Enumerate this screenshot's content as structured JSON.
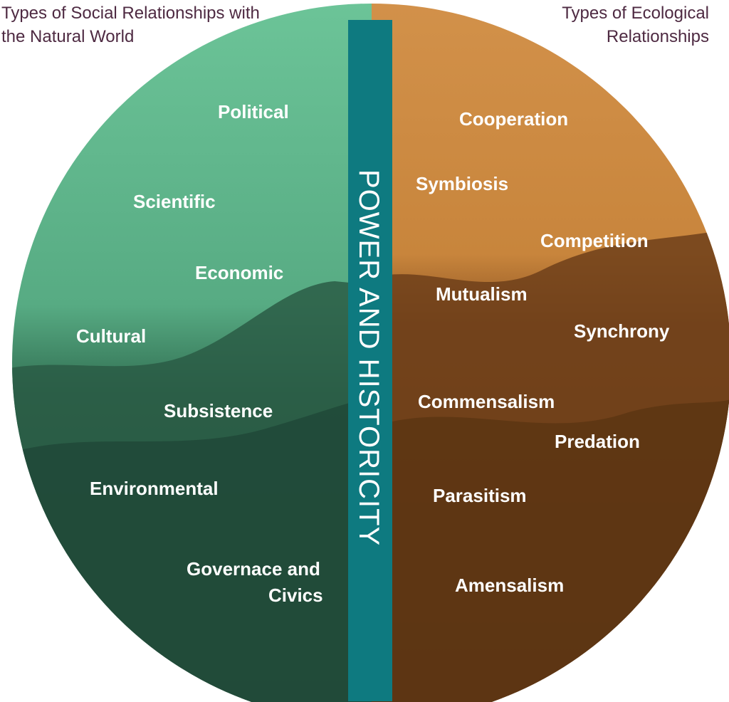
{
  "titles": {
    "left_line1": "Types of Social Relationships with",
    "left_line2": "the Natural World",
    "right_line1": "Types of Ecological",
    "right_line2": "Relationships"
  },
  "center_band": "POWER AND HISTORICITY",
  "social_relationships": {
    "political": "Political",
    "scientific": "Scientific",
    "economic": "Economic",
    "cultural": "Cultural",
    "subsistence": "Subsistence",
    "environmental": "Environmental",
    "governance_line1": "Governace and",
    "governance_line2": "Civics"
  },
  "ecological_relationships": {
    "cooperation": "Cooperation",
    "symbiosis": "Symbiosis",
    "competition": "Competition",
    "mutualism": "Mutualism",
    "synchrony": "Synchrony",
    "commensalism": "Commensalism",
    "predation": "Predation",
    "parasitism": "Parasitism",
    "amensalism": "Amensalism"
  },
  "colors": {
    "title": "#4e2a42",
    "left_half": "#3f9a72",
    "right_half": "#b86d2a",
    "band": "#0e7a80"
  }
}
